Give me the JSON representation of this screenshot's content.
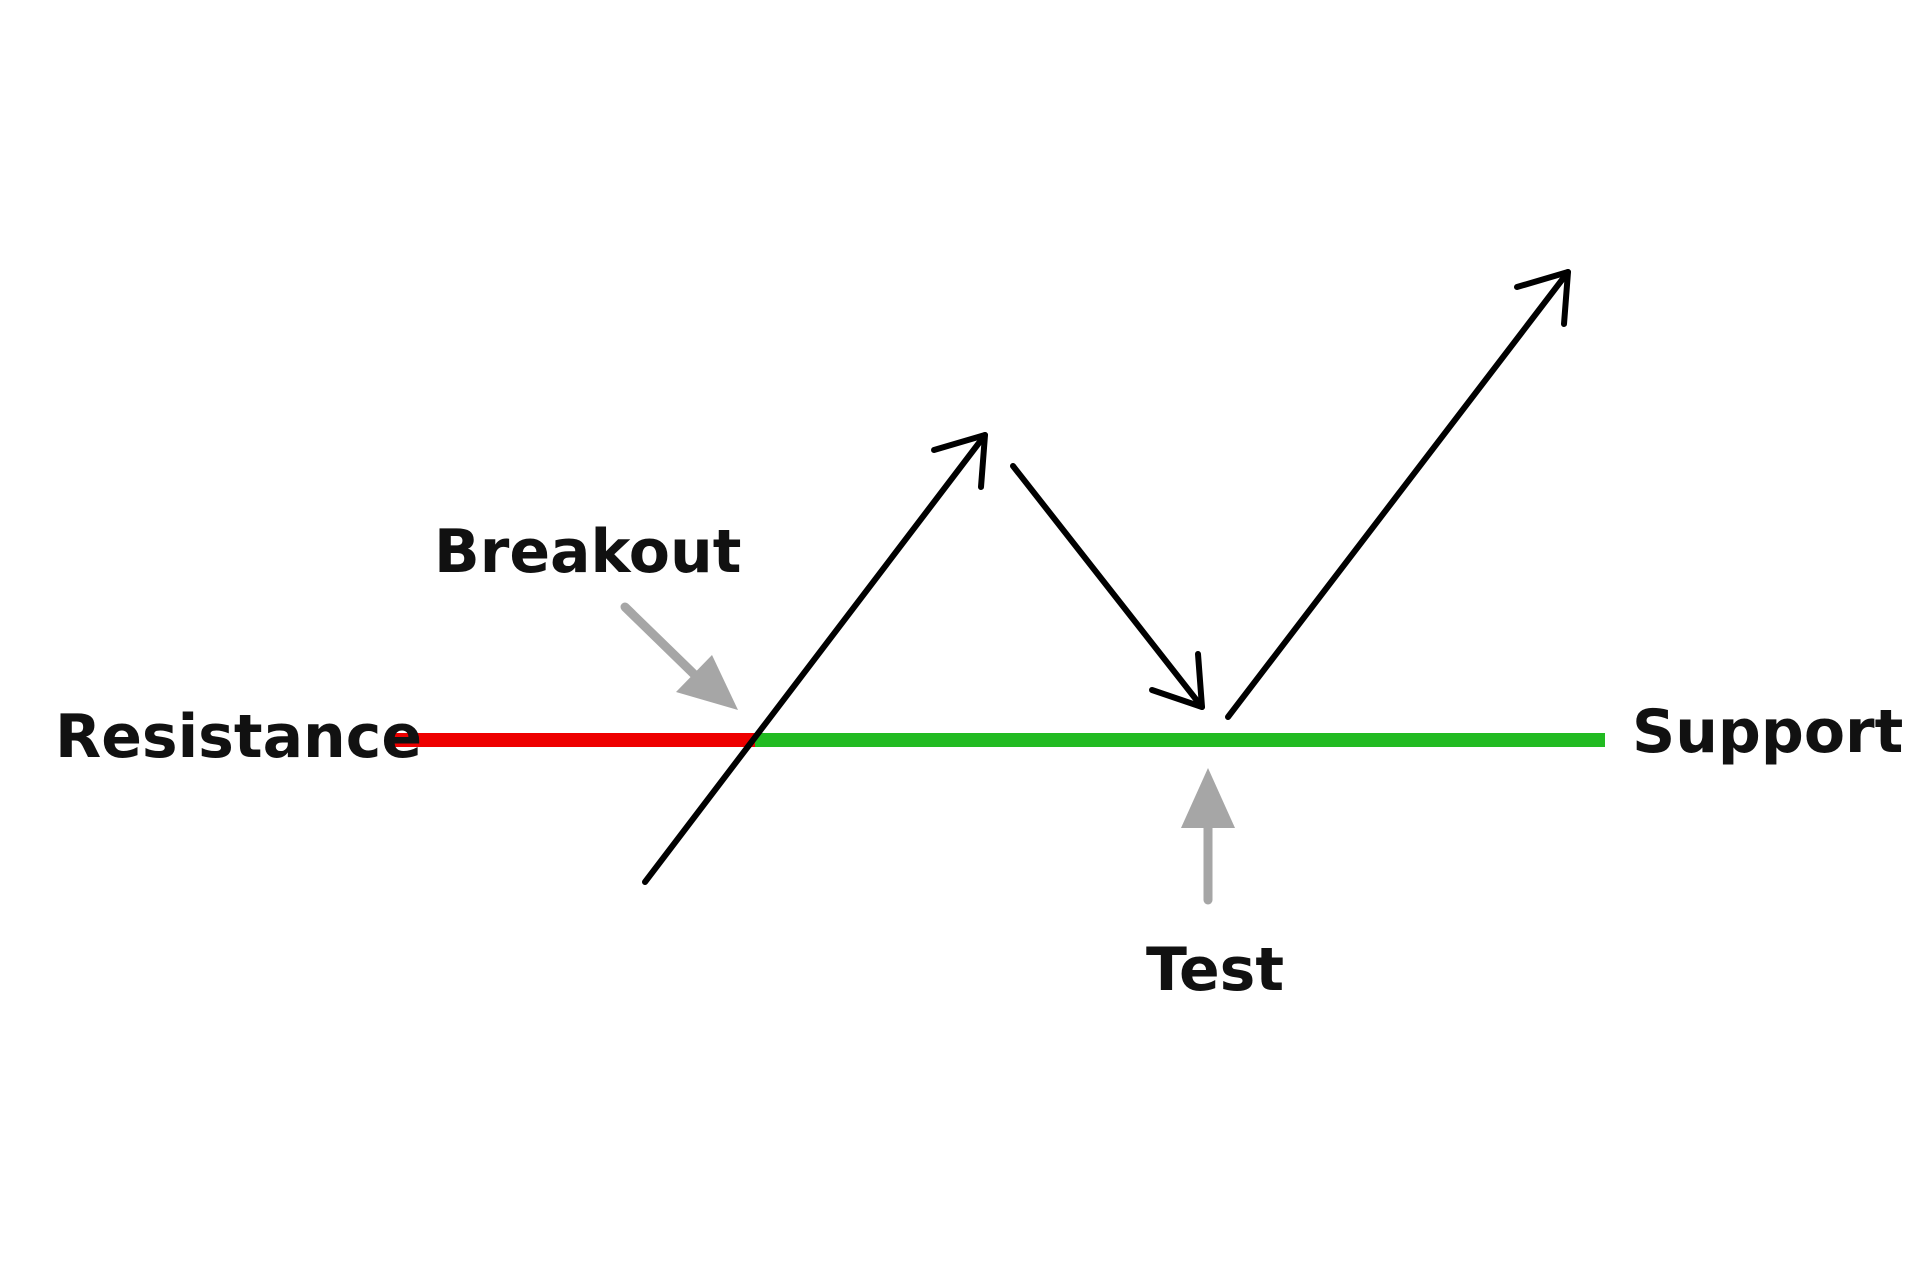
{
  "labels": {
    "resistance": "Resistance",
    "support": "Support",
    "breakout": "Breakout",
    "test": "Test"
  },
  "colors": {
    "resistance_line": "#ee0000",
    "support_line": "#22bb22",
    "price_arrows": "#000000",
    "pointer_arrows": "#a6a6a6",
    "text": "#111111",
    "background": "#ffffff"
  }
}
